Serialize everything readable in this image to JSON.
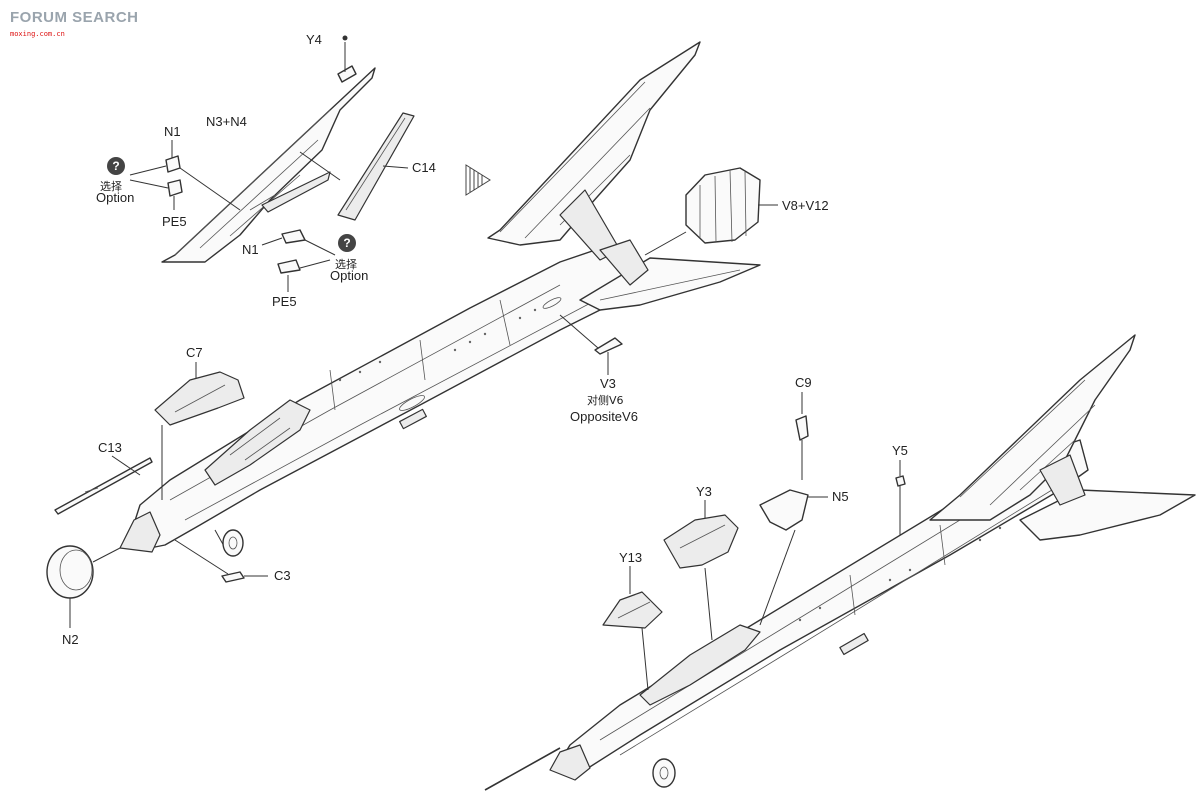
{
  "watermark": {
    "title": "FORUM SEARCH",
    "url": "moxing.com.cn"
  },
  "labels": {
    "y4": "Y4",
    "n3n4": "N3+N4",
    "n1_top": "N1",
    "option_q": "?",
    "option_cn": "选择",
    "option_en": "Option",
    "pe5_top": "PE5",
    "c14": "C14",
    "n1_mid": "N1",
    "pe5_mid": "PE5",
    "v8v12": "V8+V12",
    "c7": "C7",
    "c13": "C13",
    "n2": "N2",
    "c3": "C3",
    "v3": "V3",
    "v3_cn": "对侧V6",
    "v3_en": "OppositeV6",
    "c9": "C9",
    "y5": "Y5",
    "y3": "Y3",
    "n5": "N5",
    "y13": "Y13"
  }
}
